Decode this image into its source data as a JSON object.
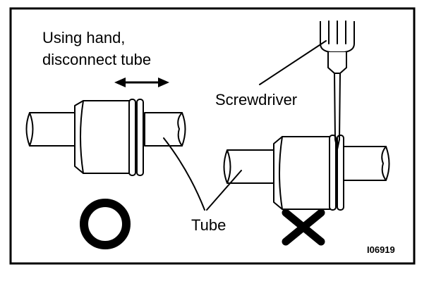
{
  "labels": {
    "instruction_line1": "Using hand,",
    "instruction_line2": "disconnect tube",
    "screwdriver": "Screwdriver",
    "tube": "Tube",
    "figure_code": "I06919"
  },
  "symbols": {
    "correct": "circle-o-correct",
    "incorrect": "cross-x-incorrect"
  },
  "colors": {
    "ink": "#000000",
    "paper": "#ffffff"
  }
}
